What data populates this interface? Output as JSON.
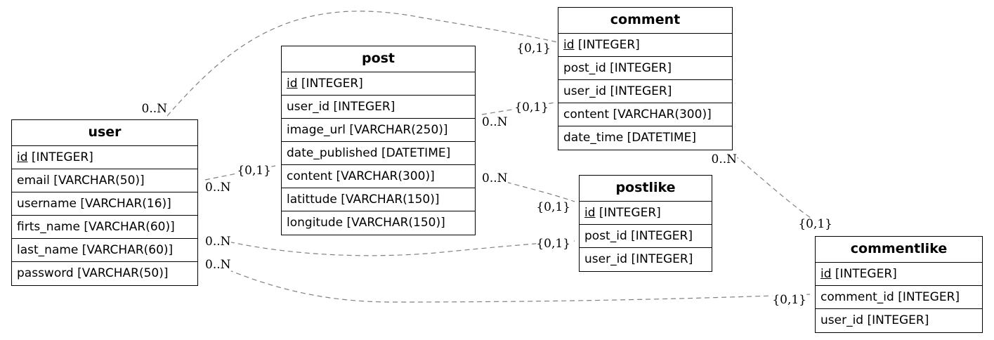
{
  "entities": [
    {
      "id": "user",
      "name": "user",
      "attributes": [
        {
          "name": "id",
          "type": "[INTEGER]",
          "pk": true
        },
        {
          "name": "email",
          "type": "[VARCHAR(50)]",
          "pk": false
        },
        {
          "name": "username",
          "type": "[VARCHAR(16)]",
          "pk": false
        },
        {
          "name": "firts_name",
          "type": "[VARCHAR(60)]",
          "pk": false
        },
        {
          "name": "last_name",
          "type": "[VARCHAR(60)]",
          "pk": false
        },
        {
          "name": "password",
          "type": "[VARCHAR(50)]",
          "pk": false
        }
      ]
    },
    {
      "id": "post",
      "name": "post",
      "attributes": [
        {
          "name": "id",
          "type": "[INTEGER]",
          "pk": true
        },
        {
          "name": "user_id",
          "type": "[INTEGER]",
          "pk": false
        },
        {
          "name": "image_url",
          "type": "[VARCHAR(250)]",
          "pk": false
        },
        {
          "name": "date_published",
          "type": "[DATETIME]",
          "pk": false
        },
        {
          "name": "content",
          "type": "[VARCHAR(300)]",
          "pk": false
        },
        {
          "name": "latittude",
          "type": "[VARCHAR(150)]",
          "pk": false
        },
        {
          "name": "longitude",
          "type": "[VARCHAR(150)]",
          "pk": false
        }
      ]
    },
    {
      "id": "comment",
      "name": "comment",
      "attributes": [
        {
          "name": "id",
          "type": "[INTEGER]",
          "pk": true
        },
        {
          "name": "post_id",
          "type": "[INTEGER]",
          "pk": false
        },
        {
          "name": "user_id",
          "type": "[INTEGER]",
          "pk": false
        },
        {
          "name": "content",
          "type": "[VARCHAR(300)]",
          "pk": false
        },
        {
          "name": "date_time",
          "type": "[DATETIME]",
          "pk": false
        }
      ]
    },
    {
      "id": "postlike",
      "name": "postlike",
      "attributes": [
        {
          "name": "id",
          "type": "[INTEGER]",
          "pk": true
        },
        {
          "name": "post_id",
          "type": "[INTEGER]",
          "pk": false
        },
        {
          "name": "user_id",
          "type": "[INTEGER]",
          "pk": false
        }
      ]
    },
    {
      "id": "commentlike",
      "name": "commentlike",
      "attributes": [
        {
          "name": "id",
          "type": "[INTEGER]",
          "pk": true
        },
        {
          "name": "comment_id",
          "type": "[INTEGER]",
          "pk": false
        },
        {
          "name": "user_id",
          "type": "[INTEGER]",
          "pk": false
        }
      ]
    }
  ],
  "relationships": [
    {
      "from": "user",
      "to": "comment",
      "from_card": "0..N",
      "to_card": "{0,1}"
    },
    {
      "from": "user",
      "to": "post",
      "from_card": "0..N",
      "to_card": "{0,1}"
    },
    {
      "from": "user",
      "to": "postlike",
      "from_card": "0..N",
      "to_card": "{0,1}"
    },
    {
      "from": "user",
      "to": "commentlike",
      "from_card": "0..N",
      "to_card": "{0,1}"
    },
    {
      "from": "post",
      "to": "comment",
      "from_card": "0..N",
      "to_card": "{0,1}"
    },
    {
      "from": "post",
      "to": "postlike",
      "from_card": "0..N",
      "to_card": "{0,1}"
    },
    {
      "from": "comment",
      "to": "commentlike",
      "from_card": "0..N",
      "to_card": "{0,1}"
    }
  ],
  "colors": {
    "edge": "#808080",
    "border": "#000000",
    "text": "#000000"
  }
}
